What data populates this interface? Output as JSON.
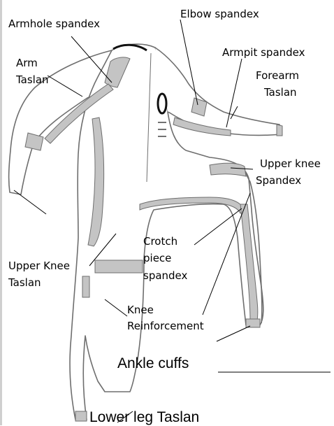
{
  "labels": {
    "elbow_spandex": "Elbow spandex",
    "armhole_spandex": "Armhole spandex",
    "arm_taslan_1": "Arm",
    "arm_taslan_2": "Taslan",
    "armpit_spandex": "Armpit spandex",
    "forearm_taslan_1": "Forearm",
    "forearm_taslan_2": "Taslan",
    "upper_knee_spandex_1": "Upper knee",
    "upper_knee_spandex_2": "Spandex",
    "crotch_1": "Crotch",
    "crotch_2": "piece",
    "crotch_3": "spandex",
    "upper_knee_taslan_1": "Upper Knee",
    "upper_knee_taslan_2": "Taslan",
    "knee_reinforcement_1": "Knee",
    "knee_reinforcement_2": "Reinforcement",
    "ankle_cuffs": "Ankle cuffs",
    "lower_leg_taslan": "Lower leg Taslan"
  },
  "colors": {
    "panel_gray": "#c4c4c4",
    "outline": "#6e6e6e",
    "leader": "#000000"
  }
}
